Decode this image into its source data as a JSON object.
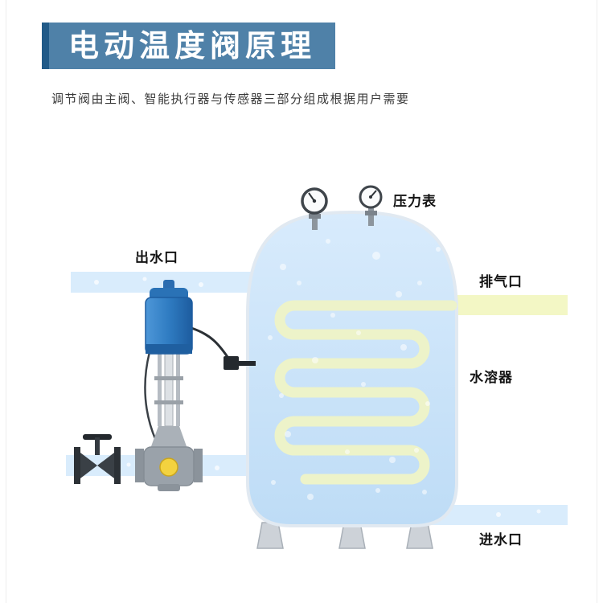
{
  "page": {
    "title": "电动温度阀原理",
    "subtitle": "调节阀由主阀、智能执行器与传感器三部分组成根据用户需要"
  },
  "diagram": {
    "labels": {
      "pressure_gauge": "压力表",
      "water_outlet": "出水口",
      "exhaust_port": "排气口",
      "water_tank": "水溶器",
      "water_inlet": "进水口"
    },
    "colors": {
      "header_bg": "#4f81a8",
      "header_accent": "#215a88",
      "tank_fill": "#c8e2f7",
      "coil": "#edf3c9",
      "water_pipe": "#d9ecfc",
      "exhaust_pipe": "#f3f7c5",
      "actuator_blue": "#2f7cc2",
      "valve_body_gray": "#9aa2aa",
      "manual_valve_dark": "#3a4046"
    }
  }
}
